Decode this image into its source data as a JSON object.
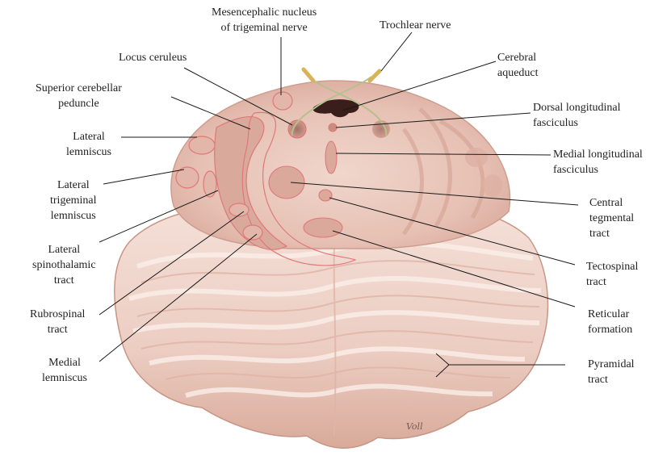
{
  "labels": {
    "mesencephalic_nucleus": "Mesencephalic nucleus\nof trigeminal nerve",
    "trochlear_nerve": "Trochlear nerve",
    "locus_ceruleus": "Locus ceruleus",
    "cerebral_aqueduct": "Cerebral\naqueduct",
    "superior_cerebellar_peduncle": "Superior cerebellar\npeduncle",
    "dorsal_longitudinal_fasciculus": "Dorsal longitudinal\nfasciculus",
    "lateral_lemniscus": "Lateral\nlemniscus",
    "medial_longitudinal_fasciculus": "Medial longitudinal\nfasciculus",
    "lateral_trigeminal_lemniscus": "Lateral\ntrigeminal\nlemniscus",
    "central_tegmental_tract": "Central\ntegmental\ntract",
    "lateral_spinothalamic_tract": "Lateral\nspinothalamic\ntract",
    "tectospinal_tract": "Tectospinal\ntract",
    "rubrospinal_tract": "Rubrospinal\ntract",
    "reticular_formation": "Reticular\nformation",
    "medial_lemniscus": "Medial\nlemniscus",
    "pyramidal_tract": "Pyramidal\ntract"
  },
  "signature": "Voll",
  "colors": {
    "tissue": "#e9c7bc",
    "tissue_light": "#f3ddd5",
    "tissue_dark": "#d8a89a",
    "outline_red": "#e0787a",
    "nerve_yellow": "#d9b35a",
    "leader": "#1a1a1a"
  }
}
